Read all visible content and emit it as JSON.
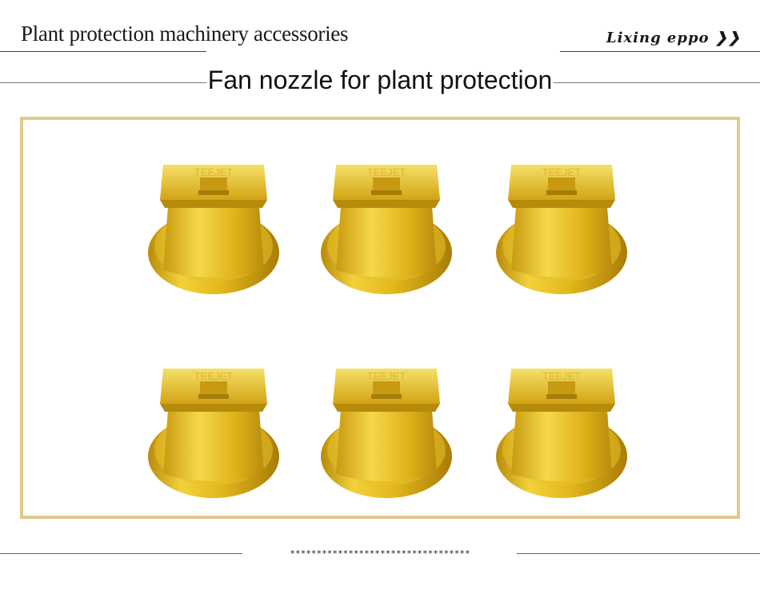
{
  "header": {
    "category_title": "Plant protection machinery accessories",
    "brand": "Lixing eppo ❯❯"
  },
  "product": {
    "title": "Fan nozzle for plant protection"
  },
  "gallery": {
    "frame_color": "#e0c98e",
    "item_count": 6,
    "item_icon": "brass-fan-nozzle-icon"
  },
  "footer": {
    "stars": "**********************************"
  }
}
